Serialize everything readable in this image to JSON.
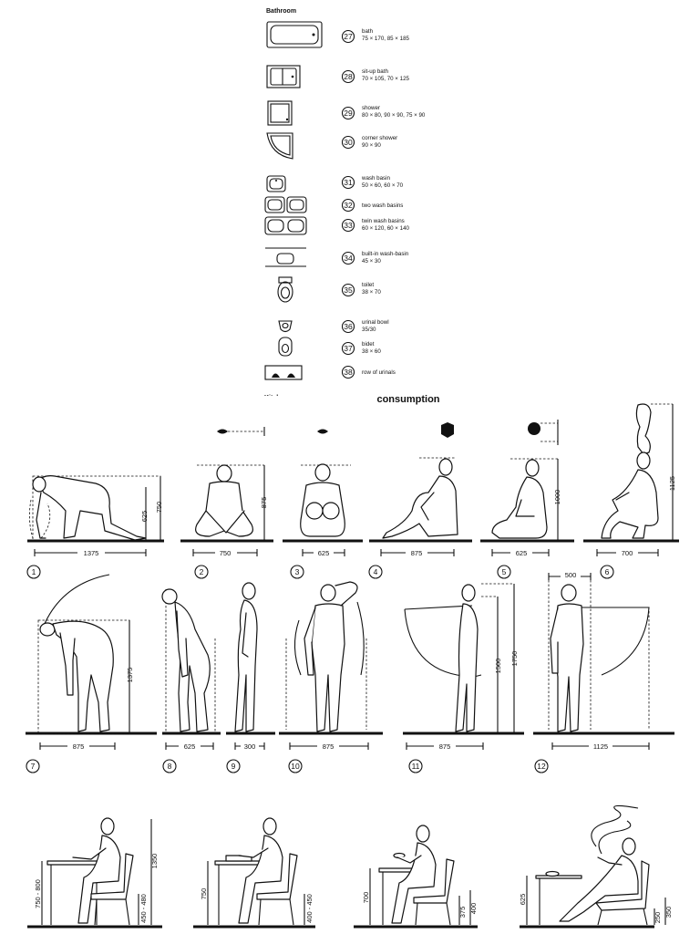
{
  "bathroom": {
    "heading": "Bathroom",
    "kitchen_heading_partial": "Kitchen",
    "items": [
      {
        "num": "27",
        "name": "bath",
        "size": "75 × 170, 85 × 185"
      },
      {
        "num": "28",
        "name": "sit-up bath",
        "size": "70 × 105, 70 × 125"
      },
      {
        "num": "29",
        "name": "shower",
        "size": "80 × 80, 90 × 90, 75 × 90"
      },
      {
        "num": "30",
        "name": "corner shower",
        "size": "90 × 90"
      },
      {
        "num": "31",
        "name": "wash basin",
        "size": "50 × 60, 60 × 70"
      },
      {
        "num": "32",
        "name": "two wash basins",
        "size": ""
      },
      {
        "num": "33",
        "name": "twin wash basins",
        "size": "60 × 120, 60 × 140"
      },
      {
        "num": "34",
        "name": "built-in wash-basin",
        "size": "45 × 30"
      },
      {
        "num": "35",
        "name": "toilet",
        "size": "38 × 70"
      },
      {
        "num": "36",
        "name": "urinal bowl",
        "size": "35/30"
      },
      {
        "num": "37",
        "name": "bidet",
        "size": "38 × 60"
      },
      {
        "num": "38",
        "name": "row of urinals",
        "size": ""
      }
    ]
  },
  "figures": {
    "heading": "consumption",
    "row1": [
      {
        "num": "1",
        "width": "1375",
        "heights": [
          "625",
          "750"
        ]
      },
      {
        "num": "2",
        "width": "750",
        "heights": [
          "875"
        ]
      },
      {
        "num": "3",
        "width": "625",
        "heights": []
      },
      {
        "num": "4",
        "width": "875",
        "heights": []
      },
      {
        "num": "5",
        "width": "625",
        "heights": [
          "1000"
        ]
      },
      {
        "num": "6",
        "width": "700",
        "heights": [
          "1125"
        ]
      }
    ],
    "row2": [
      {
        "num": "7",
        "width": "875",
        "heights": [
          "1375"
        ]
      },
      {
        "num": "8",
        "width": "625",
        "heights": []
      },
      {
        "num": "9",
        "width": "300",
        "heights": []
      },
      {
        "num": "10",
        "width": "875",
        "heights": []
      },
      {
        "num": "11",
        "width": "875",
        "heights": [
          "1500",
          "1750"
        ]
      },
      {
        "num": "12",
        "width": "1125",
        "top": "500",
        "heights": []
      }
    ],
    "row3": [
      {
        "heights": [
          "750 - 800",
          "450 - 480",
          "1350"
        ]
      },
      {
        "heights": [
          "750",
          "400 - 450"
        ]
      },
      {
        "heights": [
          "700",
          "375",
          "400"
        ]
      },
      {
        "heights": [
          "625",
          "250",
          "350"
        ]
      }
    ]
  }
}
